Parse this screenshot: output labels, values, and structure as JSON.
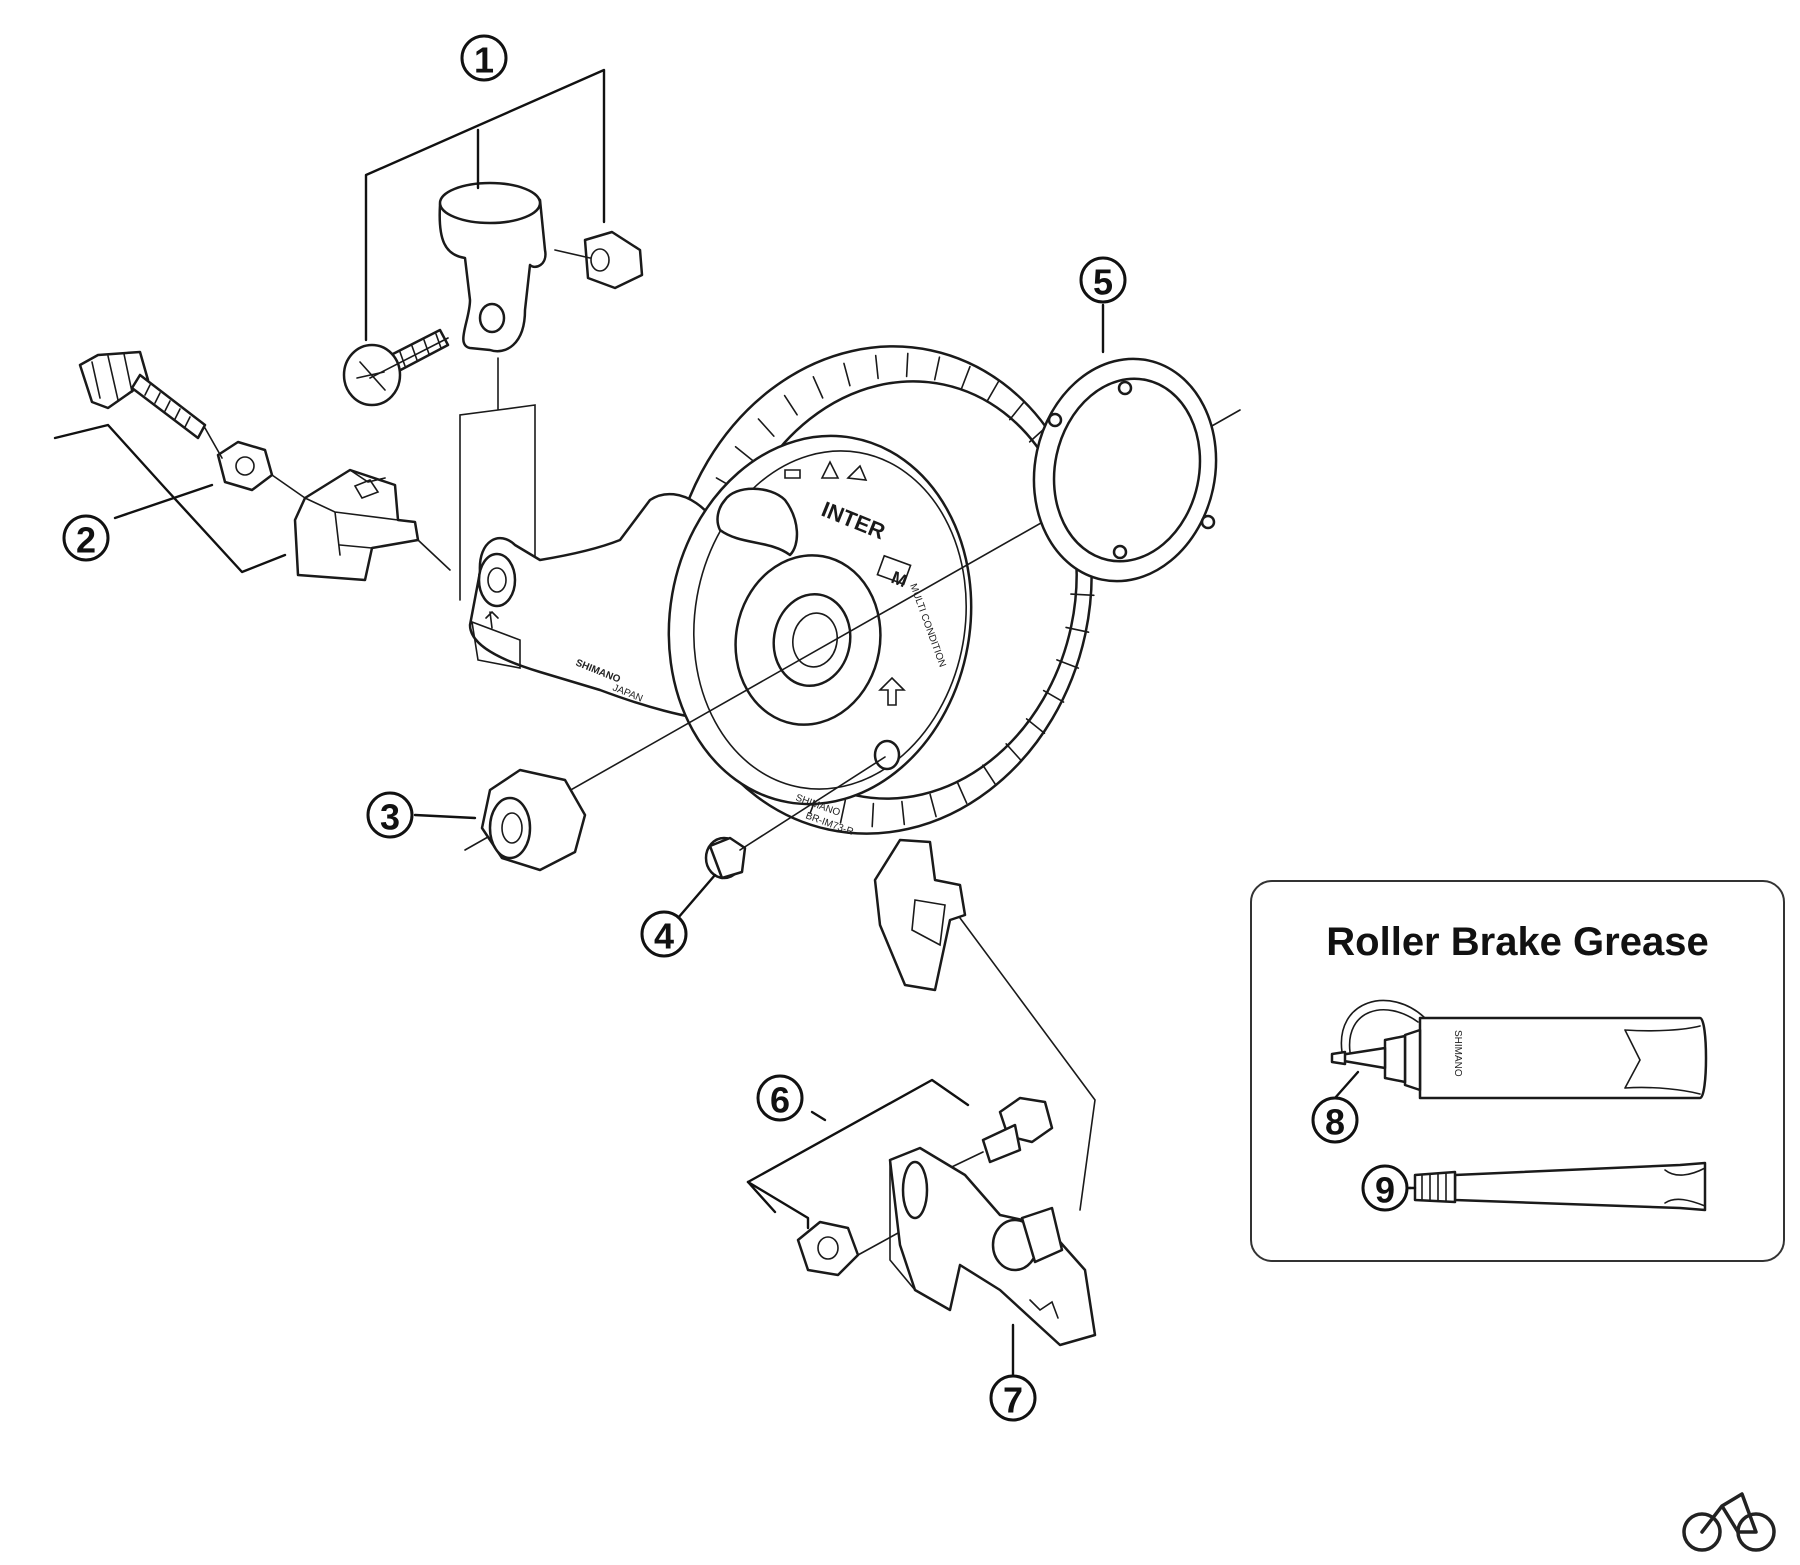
{
  "callouts": {
    "c1": "1",
    "c2": "2",
    "c3": "3",
    "c4": "4",
    "c5": "5",
    "c6": "6",
    "c7": "7",
    "c8": "8",
    "c9": "9"
  },
  "grease_box": {
    "title": "Roller Brake Grease"
  },
  "part_marks": {
    "inter": "INTER",
    "m_box": "M",
    "multi_condition": "MULTI CONDITION",
    "brand_arm": "SHIMANO",
    "japan": "JAPAN",
    "brand_hub": "SHIMANO",
    "model": "BR-IM73-R",
    "bottle_brand": "SHIMANO"
  },
  "icons": {
    "logo": "bicycle-icon"
  }
}
